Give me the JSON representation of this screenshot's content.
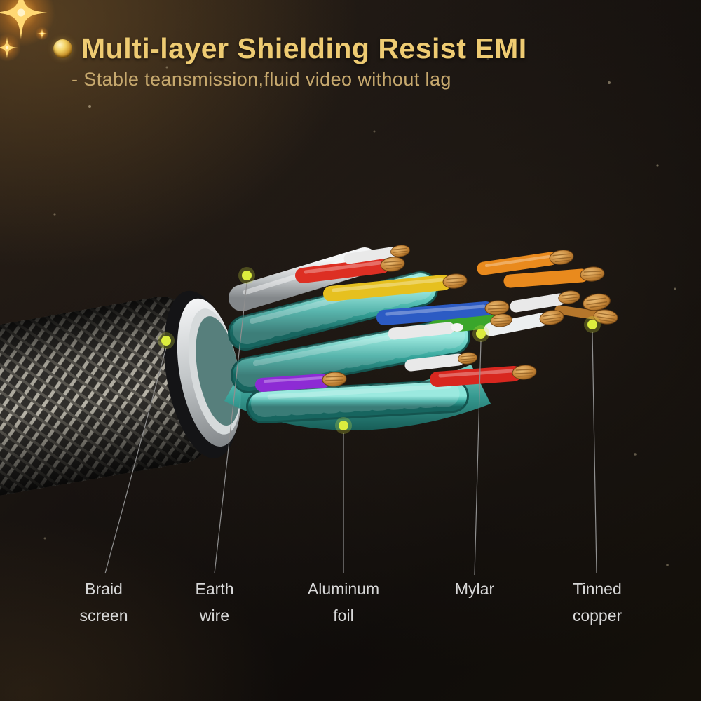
{
  "header": {
    "title": "Multi-layer Shielding Resist EMI",
    "subtitle": "- Stable teansmission,fluid video without lag"
  },
  "callouts": [
    {
      "id": "braid-screen",
      "lines": [
        "Braid",
        "screen"
      ]
    },
    {
      "id": "earth-wire",
      "lines": [
        "Earth",
        "wire"
      ]
    },
    {
      "id": "aluminum-foil",
      "lines": [
        "Aluminum",
        "foil"
      ]
    },
    {
      "id": "mylar",
      "lines": [
        "Mylar"
      ]
    },
    {
      "id": "tinned-copper",
      "lines": [
        "Tinned",
        "copper"
      ]
    }
  ],
  "icons": {
    "gold_bullet": "gold-bead-circle",
    "sparkle": "four-point-star"
  },
  "colors": {
    "title_gold": "#eecb72",
    "subtitle_tan": "#c7a96e",
    "label_gray": "#d8d8d8",
    "callout_dot": "#dced3e",
    "leader_line": "#8f8f8f",
    "background_dark": "#171310",
    "braid_silver": "#b7b3a7",
    "wire_red": "#dd2f23",
    "wire_yellow": "#e6c01f",
    "wire_blue": "#2c5bc4",
    "wire_green": "#3aa62b",
    "wire_orange": "#e98a1d",
    "wire_purple": "#8d2bd4",
    "wire_white": "#e9e9e9",
    "mylar_teal": "#39a89e",
    "copper": "#c08033"
  }
}
